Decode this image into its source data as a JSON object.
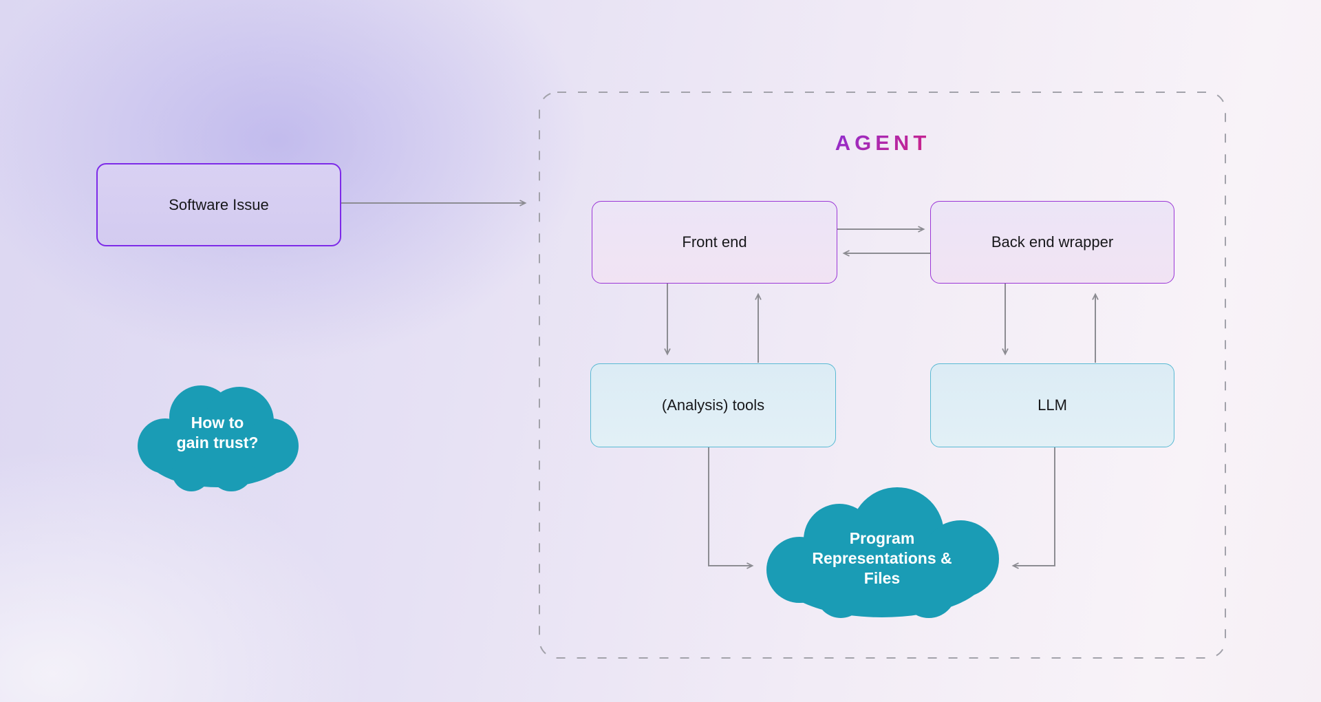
{
  "issue_box": {
    "label": "Software Issue"
  },
  "agent": {
    "title": "AGENT",
    "front_end": {
      "label": "Front end"
    },
    "back_end": {
      "label": "Back end wrapper"
    },
    "analysis_tools": {
      "label": "(Analysis) tools"
    },
    "llm": {
      "label": "LLM"
    },
    "program_cloud": {
      "lines": [
        "Program",
        "Representations &",
        "Files"
      ]
    }
  },
  "trust_cloud": {
    "lines": [
      "How to",
      "gain trust?"
    ]
  },
  "colors": {
    "accent_purple": "#7d2ae8",
    "node_purple_border": "#9a35d6",
    "node_teal_border": "#58b9d3",
    "cloud_teal": "#1a9cb5",
    "arrow_gray": "#8c8c92",
    "agent_title_gradient_start": "#8b2fd6",
    "agent_title_gradient_end": "#d4217e"
  }
}
